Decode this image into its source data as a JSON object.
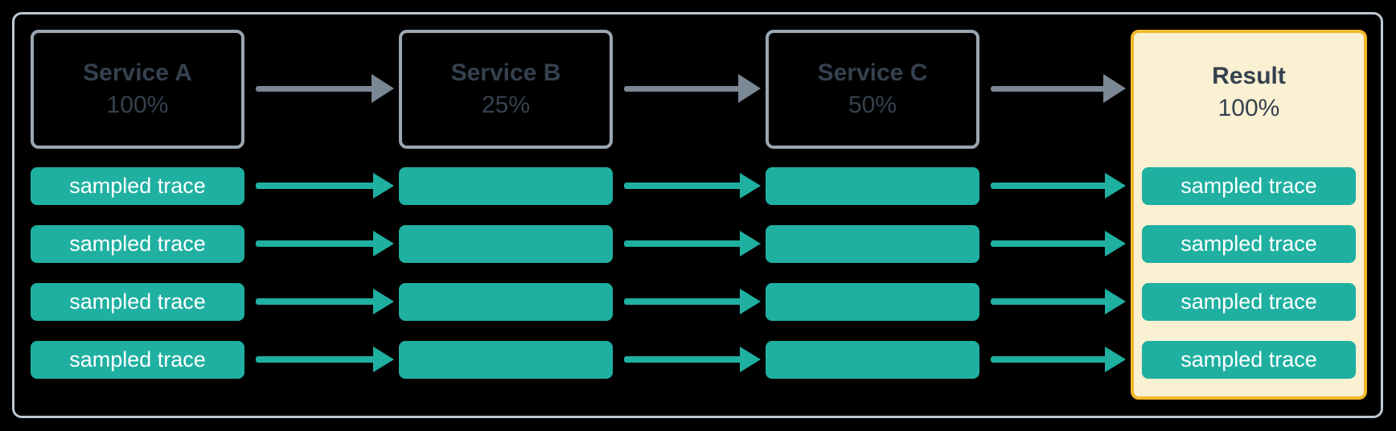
{
  "diagram": {
    "description": "head-based sampling flow across services",
    "columns": [
      {
        "id": "service-a",
        "kind": "service",
        "label": "Service A",
        "rate": "100%",
        "traces": [
          "sampled trace",
          "sampled trace",
          "sampled trace",
          "sampled trace"
        ]
      },
      {
        "id": "service-b",
        "kind": "service",
        "label": "Service B",
        "rate": "25%",
        "traces": [
          "",
          "",
          "",
          ""
        ]
      },
      {
        "id": "service-c",
        "kind": "service",
        "label": "Service C",
        "rate": "50%",
        "traces": [
          "",
          "",
          "",
          ""
        ]
      },
      {
        "id": "result",
        "kind": "result",
        "label": "Result",
        "rate": "100%",
        "traces": [
          "sampled trace",
          "sampled trace",
          "sampled trace",
          "sampled trace"
        ]
      }
    ],
    "colors": {
      "teal": "#1FB0A1",
      "arrow_gray": "#7A8794",
      "service_border": "#9AA6B1",
      "outer_border": "#BEC9D2",
      "result_border": "#F3B82B",
      "result_bg": "#FAF0D2",
      "text_dark": "#35414E",
      "trace_text": "#FFFFFF"
    }
  }
}
